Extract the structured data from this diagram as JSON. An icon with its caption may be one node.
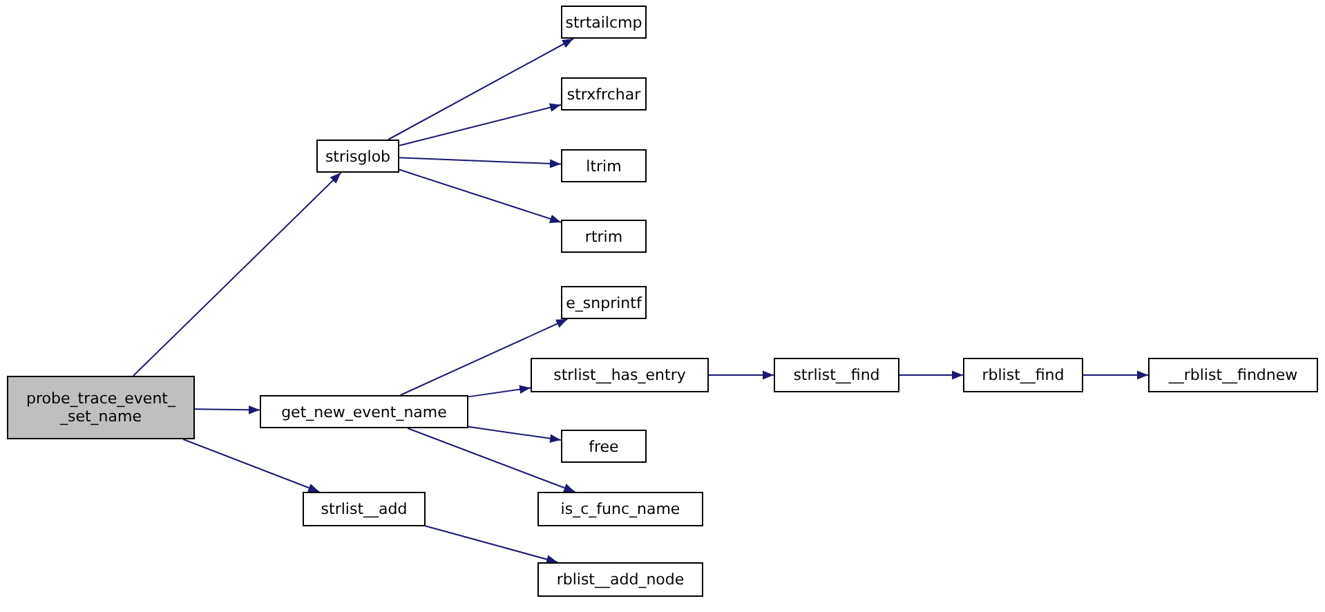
{
  "diagram": {
    "nodes": [
      {
        "text": [
          "probe_trace_event_ _set_name"
        ]
      },
      {
        "text": [
          "strisglob"
        ]
      },
      {
        "text": [
          "strtailcmp"
        ]
      },
      {
        "text": [
          "strxfrchar"
        ]
      },
      {
        "text": [
          "ltrim"
        ]
      },
      {
        "text": [
          "rtrim"
        ]
      },
      {
        "text": [
          "get_new_event_name"
        ]
      },
      {
        "text": [
          "e_snprintf"
        ]
      },
      {
        "text": [
          "strlist__has_entry"
        ]
      },
      {
        "text": [
          "strlist__find"
        ]
      },
      {
        "text": [
          "rblist__find"
        ]
      },
      {
        "text": [
          "__rblist__findnew"
        ]
      },
      {
        "text": [
          "free"
        ]
      },
      {
        "text": [
          "is_c_func_name"
        ]
      },
      {
        "text": [
          "strlist__add"
        ]
      },
      {
        "text": [
          "rblist__add_node"
        ]
      }
    ],
    "edges": [
      {
        "from": 0,
        "to": 1,
        "arrow": "to"
      },
      {
        "from": 0,
        "to": 6,
        "arrow": "to"
      },
      {
        "from": 0,
        "to": 14,
        "arrow": "to"
      },
      {
        "from": 1,
        "to": 2,
        "arrow": "to"
      },
      {
        "from": 1,
        "to": 3,
        "arrow": "to"
      },
      {
        "from": 1,
        "to": 4,
        "arrow": "to"
      },
      {
        "from": 1,
        "to": 5,
        "arrow": "to"
      },
      {
        "from": 6,
        "to": 7,
        "arrow": "to"
      },
      {
        "from": 6,
        "to": 8,
        "arrow": "to"
      },
      {
        "from": 6,
        "to": 12,
        "arrow": "to"
      },
      {
        "from": 6,
        "to": 13,
        "arrow": "to"
      },
      {
        "from": 8,
        "to": 9,
        "arrow": "to"
      },
      {
        "from": 9,
        "to": 10,
        "arrow": "to"
      },
      {
        "from": 10,
        "to": 11,
        "arrow": "to"
      },
      {
        "from": 14,
        "to": 15,
        "arrow": "to"
      }
    ]
  }
}
